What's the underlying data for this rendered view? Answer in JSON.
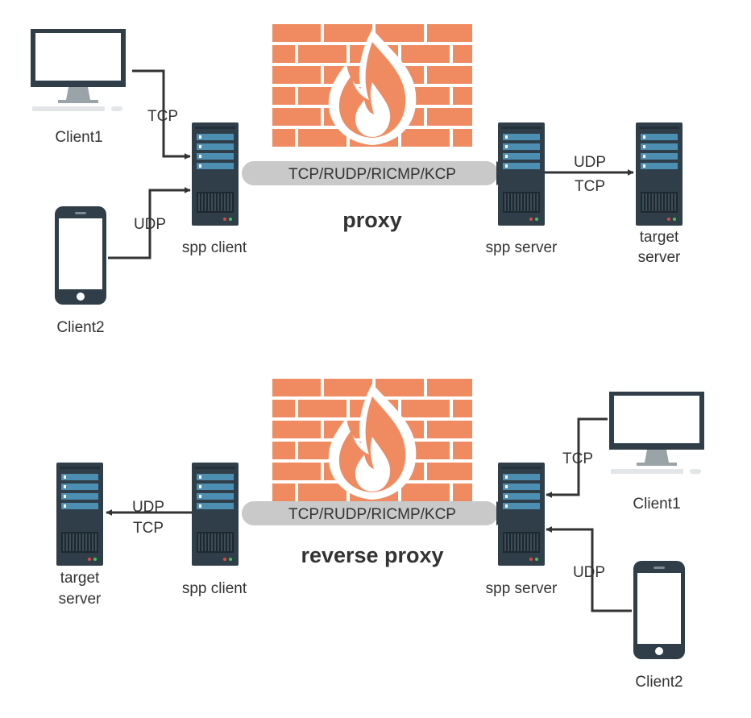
{
  "proxy": {
    "title": "proxy",
    "tunnel_label": "TCP/RUDP/RICMP/KCP",
    "client1_label": "Client1",
    "client2_label": "Client2",
    "tcp_label": "TCP",
    "udp_label": "UDP",
    "spp_client_label": "spp client",
    "spp_server_label": "spp server",
    "out_udp_label": "UDP",
    "out_tcp_label": "TCP",
    "target_line1": "target",
    "target_line2": "server"
  },
  "reverse": {
    "title": "reverse proxy",
    "tunnel_label": "TCP/RUDP/RICMP/KCP",
    "client1_label": "Client1",
    "client2_label": "Client2",
    "tcp_label": "TCP",
    "udp_label": "UDP",
    "spp_client_label": "spp client",
    "spp_server_label": "spp server",
    "out_udp_label": "UDP",
    "out_tcp_label": "TCP",
    "target_line1": "target",
    "target_line2": "server"
  },
  "colors": {
    "firewall": "#f08a60",
    "flame_light": "#ffffff",
    "server_body": "#2f3e48",
    "server_screen": "#4d8fb3",
    "tunnel": "#c9c9c9",
    "tunnel_end": "#2f3e48",
    "line": "#333333"
  }
}
